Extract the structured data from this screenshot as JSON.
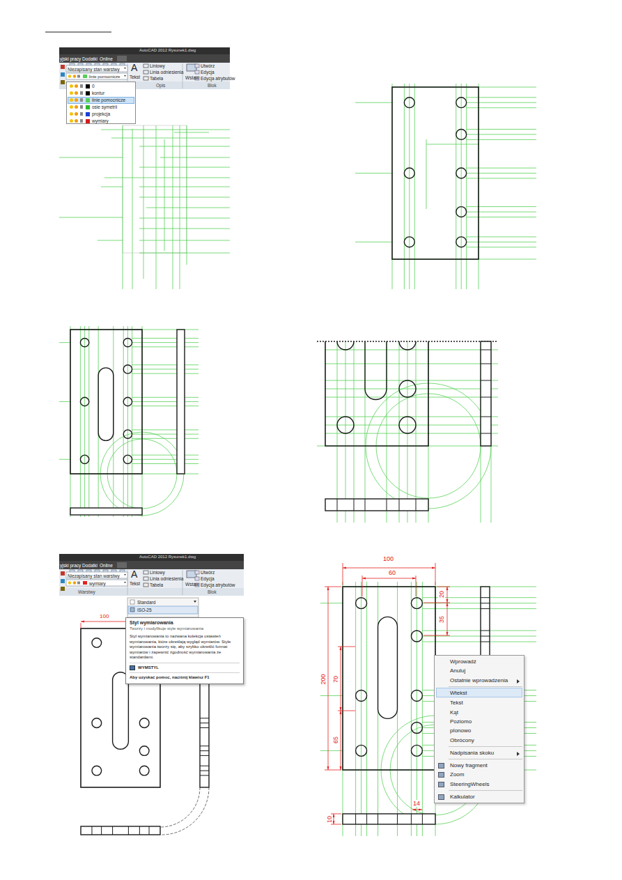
{
  "diagram": {
    "nodes": [
      {
        "text": [
          "0",
          "kontur",
          "linie pomocnicze",
          "osie symetrii",
          "projekcja",
          "wymiary"
        ]
      },
      {
        "text": [
          "Styl wymiarowania",
          "Tworzy i modyfikuje style wymiarowania",
          "Styl wymiarowania to nazwana kolekcja ustawień wymiarowania, które określają wygląd wymiarów. Style wymiarowania tworzy się, aby szybko określić format wymiarów i zapewnić zgodność wymiarowania ze standardami.",
          "WYMSTYL",
          "Aby uzyskać pomoc, naciśnij klawisz F1"
        ]
      },
      {
        "text": [
          "Wprowadź",
          "Anuluj",
          "Ostatnie wprowadzenia",
          "Wtekst",
          "Tekst",
          "Kąt",
          "Poziomo",
          "pIonowo",
          "Obrócony",
          "Nadpisania skoku",
          "Nowy fragment",
          "Zoom",
          "SteeringWheels",
          "Kalkulator"
        ]
      }
    ],
    "labels": [
      "AutoCAD 2012 Rysunek1.dwg",
      "yjski pracy",
      "Dodatki",
      "Online",
      "Niezapisany stan warstwy",
      "linie pomocnicze",
      "A",
      "Tekst",
      "Liniowy",
      "Linia odniesienia",
      "Tabela",
      "Opis",
      "Wstaw",
      "Utwórz",
      "Edycja",
      "Edycja atrybutów",
      "Blok",
      "AutoCAD 2012 Rysunek1.dwg",
      "yjski pracy",
      "Dodatki",
      "Online",
      "Niezapisany stan warstwy",
      "wymiary",
      "Warstwy",
      "A",
      "Tekst",
      "Liniowy",
      "Linia odniesienia",
      "Tabela",
      "Wstaw",
      "Utwórz",
      "Edycja",
      "Edycja atrybutów",
      "Blok",
      "Standard",
      "ISO-25",
      "100",
      "100",
      "60",
      "20",
      "35",
      "200",
      "70",
      "65",
      "10",
      "14"
    ]
  }
}
